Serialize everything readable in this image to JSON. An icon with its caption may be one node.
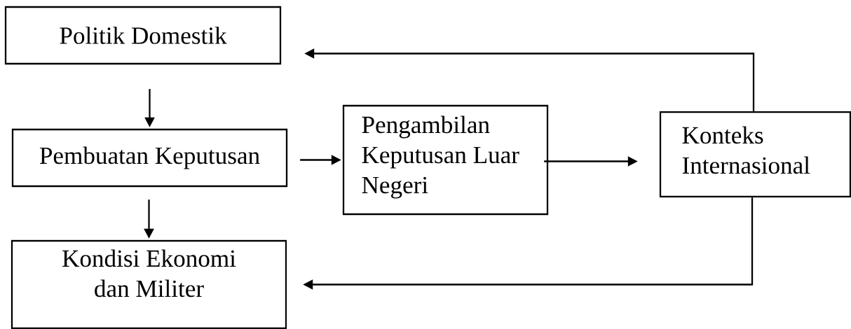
{
  "diagram": {
    "nodes": [
      {
        "text": [
          "Politik Domestik"
        ]
      },
      {
        "text": [
          "Pembuatan Keputusan"
        ]
      },
      {
        "text": [
          "Pengambilan Keputusan Luar Negeri"
        ]
      },
      {
        "text": [
          "Konteks Internasional"
        ]
      },
      {
        "text": [
          "Kondisi Ekonomi dan Militer"
        ]
      }
    ],
    "edges": [
      {
        "from": 0,
        "to": 1,
        "arrow": "to"
      },
      {
        "from": 1,
        "to": 2,
        "arrow": "to"
      },
      {
        "from": 2,
        "to": 3,
        "arrow": "to"
      },
      {
        "from": 3,
        "to": 0,
        "arrow": "to"
      },
      {
        "from": 1,
        "to": 4,
        "arrow": "to"
      },
      {
        "from": 3,
        "to": 4,
        "arrow": "to"
      }
    ]
  }
}
